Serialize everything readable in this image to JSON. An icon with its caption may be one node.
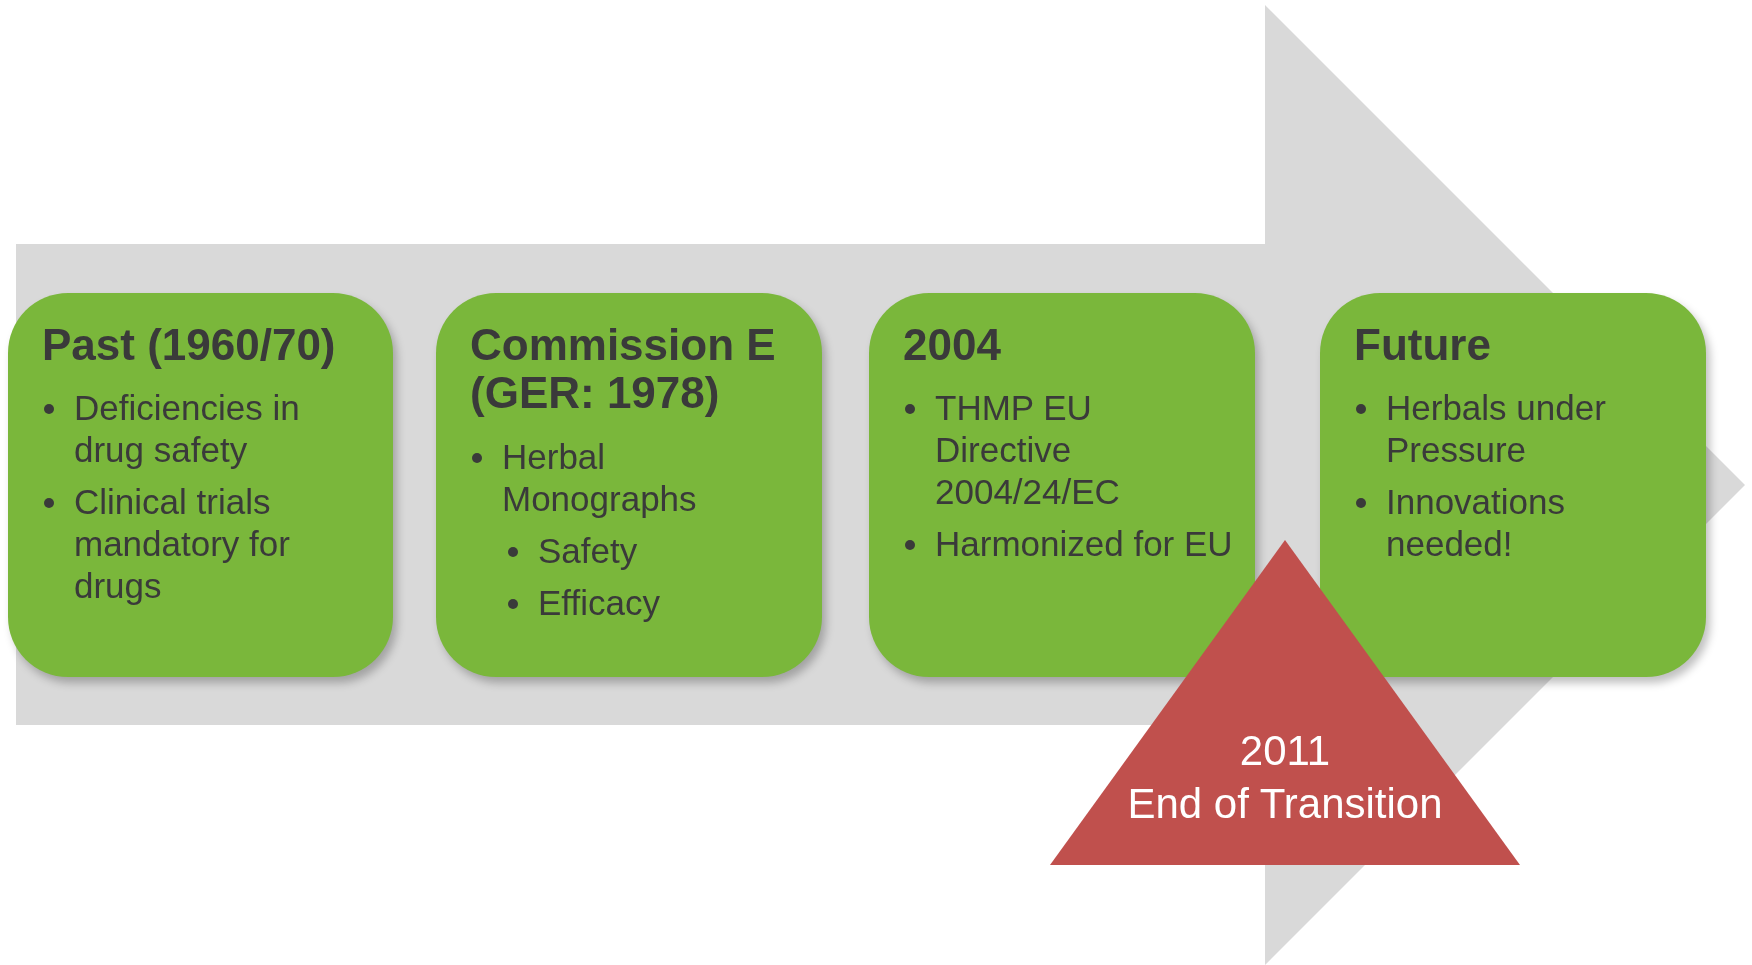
{
  "diagram": {
    "nodes": [
      {
        "text": [
          "Past (1960/70)",
          "Deficiencies in drug safety",
          "Clinical trials mandatory for drugs"
        ]
      },
      {
        "text": [
          "Commission E (GER: 1978)",
          "Herbal Monographs",
          "Safety",
          "Efficacy"
        ]
      },
      {
        "text": [
          "2004",
          "THMP EU Directive 2004/24/EC",
          "Harmonized for EU"
        ]
      },
      {
        "text": [
          "Future",
          "Herbals under Pressure",
          "Innovations needed!"
        ]
      },
      {
        "text": [
          "2011",
          "End of Transition"
        ]
      }
    ],
    "edges": [
      {
        "from": 0,
        "to": 3,
        "arrow": "to"
      }
    ]
  }
}
